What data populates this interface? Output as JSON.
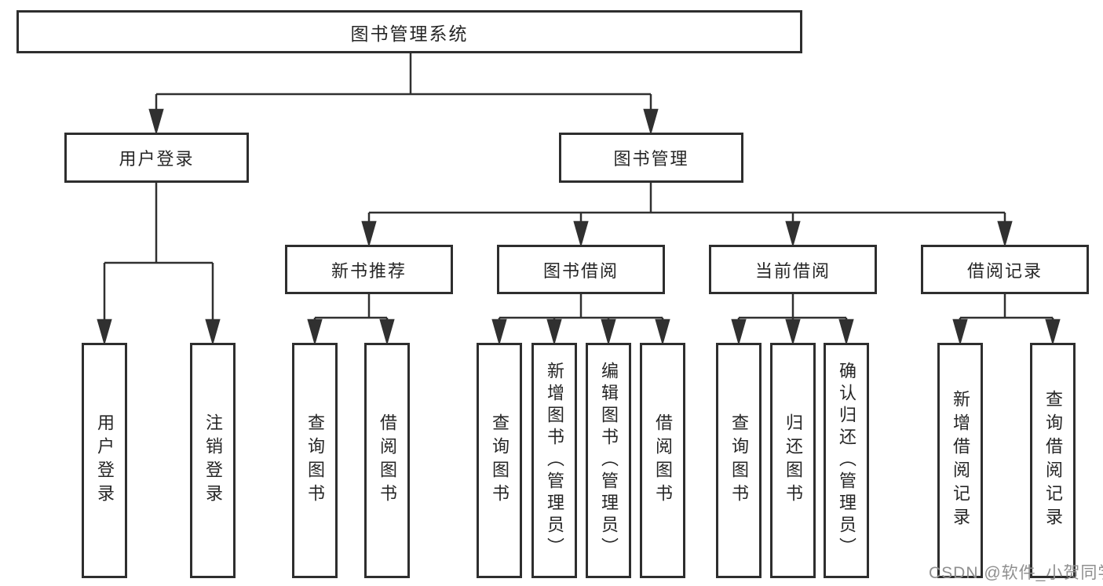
{
  "nodes": {
    "root": {
      "label": "图书管理系统"
    },
    "user_login": {
      "label": "用户登录"
    },
    "book_mgmt": {
      "label": "图书管理"
    },
    "new_book_rec": {
      "label": "新书推荐"
    },
    "book_borrow": {
      "label": "图书借阅"
    },
    "current_borrow": {
      "label": "当前借阅"
    },
    "borrow_records": {
      "label": "借阅记录"
    },
    "leaf_user_login": {
      "label": "用户登录"
    },
    "leaf_logout": {
      "label": "注销登录"
    },
    "leaf_nbr_query": {
      "label": "查询图书"
    },
    "leaf_nbr_borrow": {
      "label": "借阅图书"
    },
    "leaf_bb_query": {
      "label": "查询图书"
    },
    "leaf_bb_add": {
      "label": "新增图书（管理员）"
    },
    "leaf_bb_edit": {
      "label": "编辑图书（管理员）"
    },
    "leaf_bb_borrow": {
      "label": "借阅图书"
    },
    "leaf_cb_query": {
      "label": "查询图书"
    },
    "leaf_cb_return": {
      "label": "归还图书"
    },
    "leaf_cb_confirm": {
      "label": "确认归还（管理员）"
    },
    "leaf_br_add": {
      "label": "新增借阅记录"
    },
    "leaf_br_query": {
      "label": "查询借阅记录"
    }
  },
  "structure": {
    "图书管理系统": {
      "用户登录": [
        "用户登录",
        "注销登录"
      ],
      "图书管理": {
        "新书推荐": [
          "查询图书",
          "借阅图书"
        ],
        "图书借阅": [
          "查询图书",
          "新增图书（管理员）",
          "编辑图书（管理员）",
          "借阅图书"
        ],
        "当前借阅": [
          "查询图书",
          "归还图书",
          "确认归还（管理员）"
        ],
        "借阅记录": [
          "新增借阅记录",
          "查询借阅记录"
        ]
      }
    }
  },
  "watermark": {
    "text": "CSDN @软件_小贺同学"
  },
  "colors": {
    "line": "#303030",
    "box_border": "#2e2e2e",
    "text": "#262626",
    "watermark": "#8f8f8f",
    "background": "#ffffff"
  }
}
